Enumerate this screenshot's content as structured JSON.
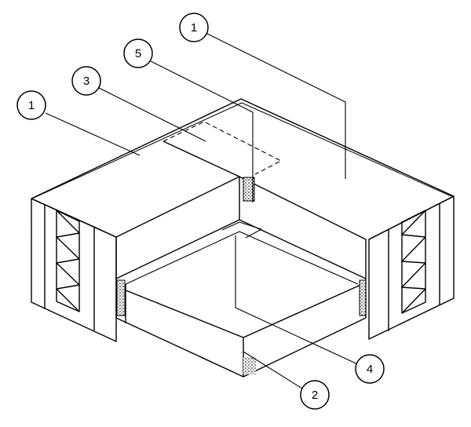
{
  "callouts": [
    {
      "id": "callout-1-top",
      "label": "1"
    },
    {
      "id": "callout-5",
      "label": "5"
    },
    {
      "id": "callout-3",
      "label": "3"
    },
    {
      "id": "callout-1-left",
      "label": "1"
    },
    {
      "id": "callout-4",
      "label": "4"
    },
    {
      "id": "callout-2",
      "label": "2"
    }
  ]
}
